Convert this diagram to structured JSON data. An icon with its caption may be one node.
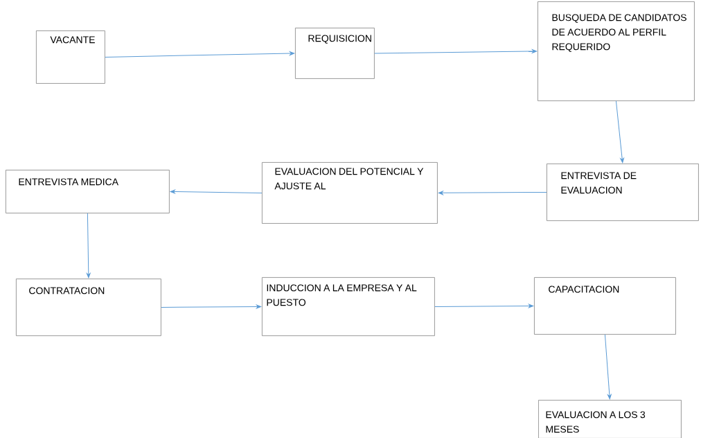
{
  "diagram": {
    "nodes": [
      {
        "text": [
          "VACANTE"
        ]
      },
      {
        "text": [
          "REQUISICION"
        ]
      },
      {
        "text": [
          "BUSQUEDA DE CANDIDATOS DE ACUERDO AL PERFIL REQUERIDO"
        ]
      },
      {
        "text": [
          "ENTREVISTA DE EVALUACION"
        ]
      },
      {
        "text": [
          "EVALUACION DEL POTENCIAL Y AJUSTE AL"
        ]
      },
      {
        "text": [
          "ENTREVISTA MEDICA"
        ]
      },
      {
        "text": [
          "CONTRATACION"
        ]
      },
      {
        "text": [
          "INDUCCION A LA EMPRESA Y AL PUESTO"
        ]
      },
      {
        "text": [
          "CAPACITACION"
        ]
      },
      {
        "text": [
          "EVALUACION A LOS 3 MESES"
        ]
      }
    ],
    "edges": [
      {
        "from": 0,
        "to": 1,
        "arrow": "to"
      },
      {
        "from": 1,
        "to": 2,
        "arrow": "to"
      },
      {
        "from": 2,
        "to": 3,
        "arrow": "to"
      },
      {
        "from": 3,
        "to": 4,
        "arrow": "to"
      },
      {
        "from": 4,
        "to": 5,
        "arrow": "to"
      },
      {
        "from": 5,
        "to": 6,
        "arrow": "to"
      },
      {
        "from": 6,
        "to": 7,
        "arrow": "to"
      },
      {
        "from": 7,
        "to": 8,
        "arrow": "to"
      },
      {
        "from": 8,
        "to": 9,
        "arrow": "to"
      }
    ]
  }
}
